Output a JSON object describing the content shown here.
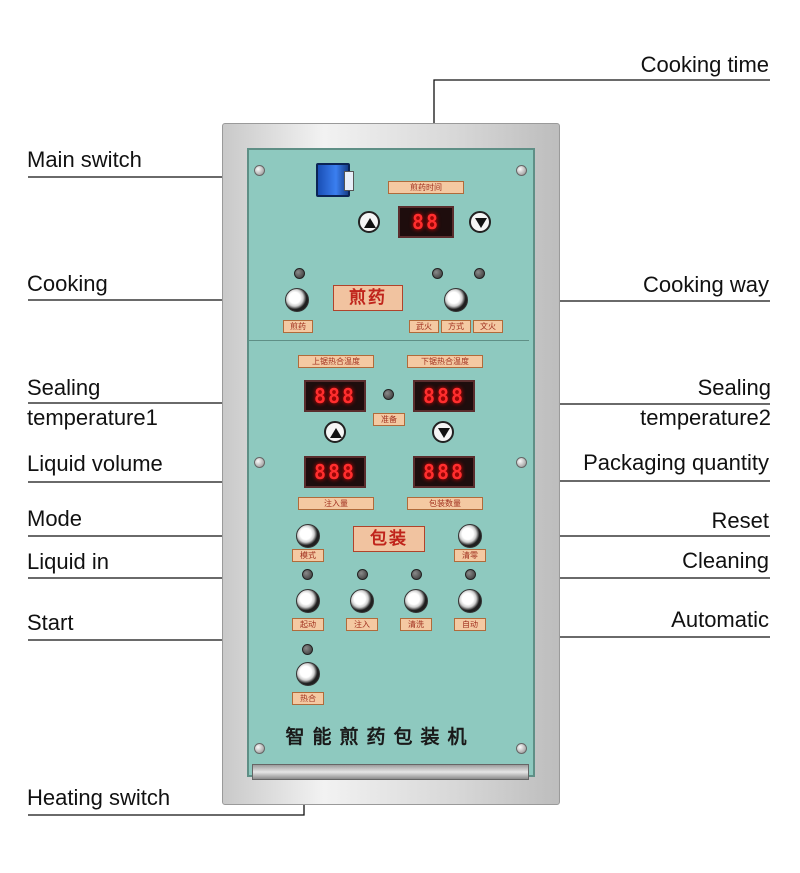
{
  "callouts": {
    "cooking_time": "Cooking time",
    "main_switch": "Main switch",
    "cooking": "Cooking",
    "cooking_way": "Cooking way",
    "sealing_temp1_line1": "Sealing",
    "sealing_temp1_line2": "temperature1",
    "sealing_temp2_line1": "Sealing",
    "sealing_temp2_line2": "temperature2",
    "liquid_volume": "Liquid volume",
    "packaging_quantity": "Packaging quantity",
    "mode": "Mode",
    "reset": "Reset",
    "liquid_in": "Liquid in",
    "cleaning": "Cleaning",
    "start": "Start",
    "automatic": "Automatic",
    "heating_switch": "Heating switch"
  },
  "panel": {
    "cooking_time_label": "煎药时间",
    "cooking_time_display": "88",
    "cooking_big_label": "煎药",
    "cooking_btn_label": "煎药",
    "way_labels": [
      "武火",
      "方式",
      "文火"
    ],
    "seal_top_label": "上锯热合温度",
    "seal_bottom_label": "下锯热合温度",
    "seal1_display": "888",
    "seal2_display": "888",
    "ready_label": "准备",
    "liquid_label": "注入量",
    "qty_label": "包装数量",
    "liquid_display": "888",
    "qty_display": "888",
    "pack_big_label": "包装",
    "mode_label": "模式",
    "reset_label": "清零",
    "start_label": "起动",
    "liquid_in_label": "注入",
    "clean_label": "清洗",
    "auto_label": "自动",
    "heat_label": "热合",
    "machine_title": "智能煎药包装机"
  },
  "icons": {
    "up_arrow": "triangle-up-icon",
    "down_arrow": "triangle-down-icon"
  },
  "colors": {
    "panel": "#8ec9bf",
    "label_bg": "#f4c9a2",
    "display_digits": "#ff2e2e",
    "switch": "#2f6fe0"
  }
}
